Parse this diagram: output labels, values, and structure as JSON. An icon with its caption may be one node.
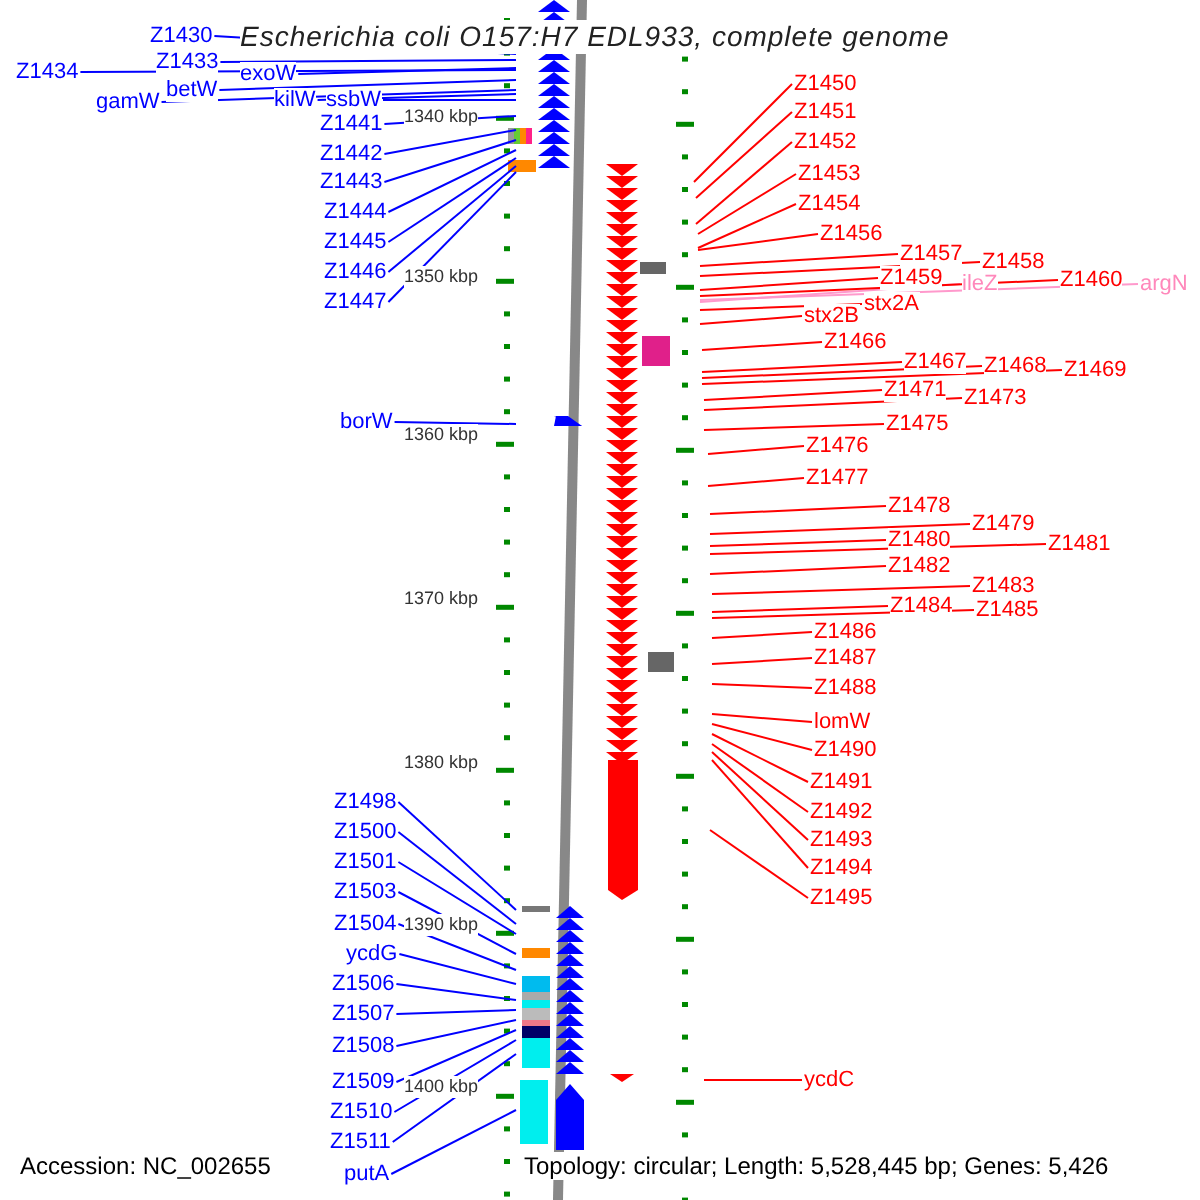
{
  "diagram": {
    "title": "Escherichia coli O157:H7 EDL933, complete genome",
    "nodes": [
      {
        "text": [
          "Z1430"
        ]
      },
      {
        "text": [
          "Z1433"
        ]
      },
      {
        "text": [
          "Z1434"
        ]
      },
      {
        "text": [
          "exoW"
        ]
      },
      {
        "text": [
          "betW"
        ]
      },
      {
        "text": [
          "kilW"
        ]
      },
      {
        "text": [
          "ssbW"
        ]
      },
      {
        "text": [
          "gamW"
        ]
      },
      {
        "text": [
          "Z1441"
        ]
      },
      {
        "text": [
          "Z1442"
        ]
      },
      {
        "text": [
          "Z1443"
        ]
      },
      {
        "text": [
          "Z1444"
        ]
      },
      {
        "text": [
          "Z1445"
        ]
      },
      {
        "text": [
          "Z1446"
        ]
      },
      {
        "text": [
          "Z1447"
        ]
      },
      {
        "text": [
          "borW"
        ]
      },
      {
        "text": [
          "Z1498"
        ]
      },
      {
        "text": [
          "Z1500"
        ]
      },
      {
        "text": [
          "Z1501"
        ]
      },
      {
        "text": [
          "Z1503"
        ]
      },
      {
        "text": [
          "Z1504"
        ]
      },
      {
        "text": [
          "ycdG"
        ]
      },
      {
        "text": [
          "Z1506"
        ]
      },
      {
        "text": [
          "Z1507"
        ]
      },
      {
        "text": [
          "Z1508"
        ]
      },
      {
        "text": [
          "Z1509"
        ]
      },
      {
        "text": [
          "Z1510"
        ]
      },
      {
        "text": [
          "Z1511"
        ]
      },
      {
        "text": [
          "putA"
        ]
      },
      {
        "text": [
          "Z1450"
        ]
      },
      {
        "text": [
          "Z1451"
        ]
      },
      {
        "text": [
          "Z1452"
        ]
      },
      {
        "text": [
          "Z1453"
        ]
      },
      {
        "text": [
          "Z1454"
        ]
      },
      {
        "text": [
          "Z1456"
        ]
      },
      {
        "text": [
          "Z1457"
        ]
      },
      {
        "text": [
          "Z1458"
        ]
      },
      {
        "text": [
          "Z1459"
        ]
      },
      {
        "text": [
          "ileZ"
        ]
      },
      {
        "text": [
          "Z1460"
        ]
      },
      {
        "text": [
          "argN"
        ]
      },
      {
        "text": [
          "stx2A"
        ]
      },
      {
        "text": [
          "stx2B"
        ]
      },
      {
        "text": [
          "Z1466"
        ]
      },
      {
        "text": [
          "Z1467"
        ]
      },
      {
        "text": [
          "Z1468"
        ]
      },
      {
        "text": [
          "Z1469"
        ]
      },
      {
        "text": [
          "Z1471"
        ]
      },
      {
        "text": [
          "Z1473"
        ]
      },
      {
        "text": [
          "Z1475"
        ]
      },
      {
        "text": [
          "Z1476"
        ]
      },
      {
        "text": [
          "Z1477"
        ]
      },
      {
        "text": [
          "Z1478"
        ]
      },
      {
        "text": [
          "Z1479"
        ]
      },
      {
        "text": [
          "Z1480"
        ]
      },
      {
        "text": [
          "Z1481"
        ]
      },
      {
        "text": [
          "Z1482"
        ]
      },
      {
        "text": [
          "Z1483"
        ]
      },
      {
        "text": [
          "Z1484"
        ]
      },
      {
        "text": [
          "Z1485"
        ]
      },
      {
        "text": [
          "Z1486"
        ]
      },
      {
        "text": [
          "Z1487"
        ]
      },
      {
        "text": [
          "Z1488"
        ]
      },
      {
        "text": [
          "lomW"
        ]
      },
      {
        "text": [
          "Z1490"
        ]
      },
      {
        "text": [
          "Z1491"
        ]
      },
      {
        "text": [
          "Z1492"
        ]
      },
      {
        "text": [
          "Z1493"
        ]
      },
      {
        "text": [
          "Z1494"
        ]
      },
      {
        "text": [
          "Z1495"
        ]
      },
      {
        "text": [
          "ycdC"
        ]
      }
    ],
    "edges": [
      {
        "from": 0,
        "to": null,
        "arrow": "none",
        "color": "#0000ff"
      },
      {
        "from": 1,
        "to": null,
        "arrow": "none",
        "color": "#0000ff"
      },
      {
        "from": 2,
        "to": null,
        "arrow": "none",
        "color": "#0000ff"
      },
      {
        "from": 3,
        "to": null,
        "arrow": "none",
        "color": "#0000ff"
      },
      {
        "from": 4,
        "to": null,
        "arrow": "none",
        "color": "#0000ff"
      },
      {
        "from": 5,
        "to": null,
        "arrow": "none",
        "color": "#0000ff"
      },
      {
        "from": 6,
        "to": null,
        "arrow": "none",
        "color": "#0000ff"
      },
      {
        "from": 7,
        "to": null,
        "arrow": "none",
        "color": "#0000ff"
      },
      {
        "from": 8,
        "to": null,
        "arrow": "none",
        "color": "#0000ff"
      },
      {
        "from": 9,
        "to": null,
        "arrow": "none",
        "color": "#0000ff"
      },
      {
        "from": 10,
        "to": null,
        "arrow": "none",
        "color": "#0000ff"
      },
      {
        "from": 11,
        "to": null,
        "arrow": "none",
        "color": "#0000ff"
      },
      {
        "from": 12,
        "to": null,
        "arrow": "none",
        "color": "#0000ff"
      },
      {
        "from": 13,
        "to": null,
        "arrow": "none",
        "color": "#0000ff"
      },
      {
        "from": 14,
        "to": null,
        "arrow": "none",
        "color": "#0000ff"
      },
      {
        "from": 15,
        "to": null,
        "arrow": "none",
        "color": "#0000ff"
      },
      {
        "from": 16,
        "to": null,
        "arrow": "none",
        "color": "#0000ff"
      },
      {
        "from": 17,
        "to": null,
        "arrow": "none",
        "color": "#0000ff"
      },
      {
        "from": 18,
        "to": null,
        "arrow": "none",
        "color": "#0000ff"
      },
      {
        "from": 19,
        "to": null,
        "arrow": "none",
        "color": "#0000ff"
      },
      {
        "from": 20,
        "to": null,
        "arrow": "none",
        "color": "#0000ff"
      },
      {
        "from": 21,
        "to": null,
        "arrow": "none",
        "color": "#0000ff"
      },
      {
        "from": 22,
        "to": null,
        "arrow": "none",
        "color": "#0000ff"
      },
      {
        "from": 23,
        "to": null,
        "arrow": "none",
        "color": "#0000ff"
      },
      {
        "from": 24,
        "to": null,
        "arrow": "none",
        "color": "#0000ff"
      },
      {
        "from": 25,
        "to": null,
        "arrow": "none",
        "color": "#0000ff"
      },
      {
        "from": 26,
        "to": null,
        "arrow": "none",
        "color": "#0000ff"
      },
      {
        "from": 27,
        "to": null,
        "arrow": "none",
        "color": "#0000ff"
      },
      {
        "from": 28,
        "to": null,
        "arrow": "none",
        "color": "#0000ff"
      },
      {
        "from": 29,
        "to": null,
        "arrow": "none"
      },
      {
        "from": 30,
        "to": null,
        "arrow": "none"
      },
      {
        "from": 31,
        "to": null,
        "arrow": "none"
      },
      {
        "from": 32,
        "to": null,
        "arrow": "none"
      },
      {
        "from": 33,
        "to": null,
        "arrow": "none"
      },
      {
        "from": 34,
        "to": null,
        "arrow": "none"
      },
      {
        "from": 35,
        "to": null,
        "arrow": "none"
      },
      {
        "from": 36,
        "to": null,
        "arrow": "none"
      },
      {
        "from": 37,
        "to": null,
        "arrow": "none"
      },
      {
        "from": 38,
        "to": null,
        "arrow": "none",
        "color": "#ff99cc"
      },
      {
        "from": 39,
        "to": null,
        "arrow": "none"
      },
      {
        "from": 40,
        "to": null,
        "arrow": "none",
        "color": "#ff99cc"
      },
      {
        "from": 41,
        "to": null,
        "arrow": "none"
      },
      {
        "from": 42,
        "to": null,
        "arrow": "none"
      },
      {
        "from": 43,
        "to": null,
        "arrow": "none"
      },
      {
        "from": 44,
        "to": null,
        "arrow": "none"
      },
      {
        "from": 45,
        "to": null,
        "arrow": "none"
      },
      {
        "from": 46,
        "to": null,
        "arrow": "none"
      },
      {
        "from": 47,
        "to": null,
        "arrow": "none"
      },
      {
        "from": 48,
        "to": null,
        "arrow": "none"
      },
      {
        "from": 49,
        "to": null,
        "arrow": "none"
      },
      {
        "from": 50,
        "to": null,
        "arrow": "none"
      },
      {
        "from": 51,
        "to": null,
        "arrow": "none"
      },
      {
        "from": 52,
        "to": null,
        "arrow": "none"
      },
      {
        "from": 53,
        "to": null,
        "arrow": "none"
      },
      {
        "from": 54,
        "to": null,
        "arrow": "none"
      },
      {
        "from": 55,
        "to": null,
        "arrow": "none"
      },
      {
        "from": 56,
        "to": null,
        "arrow": "none"
      },
      {
        "from": 57,
        "to": null,
        "arrow": "none"
      },
      {
        "from": 58,
        "to": null,
        "arrow": "none"
      },
      {
        "from": 59,
        "to": null,
        "arrow": "none"
      },
      {
        "from": 60,
        "to": null,
        "arrow": "none"
      },
      {
        "from": 61,
        "to": null,
        "arrow": "none"
      },
      {
        "from": 62,
        "to": null,
        "arrow": "none"
      },
      {
        "from": 63,
        "to": null,
        "arrow": "none"
      },
      {
        "from": 64,
        "to": null,
        "arrow": "none"
      },
      {
        "from": 65,
        "to": null,
        "arrow": "none"
      },
      {
        "from": 66,
        "to": null,
        "arrow": "none"
      },
      {
        "from": 67,
        "to": null,
        "arrow": "none"
      },
      {
        "from": 68,
        "to": null,
        "arrow": "none"
      },
      {
        "from": 69,
        "to": null,
        "arrow": "none"
      },
      {
        "from": 70,
        "to": null,
        "arrow": "none"
      }
    ],
    "labels": [
      "1340 kbp",
      "1350 kbp",
      "1360 kbp",
      "1370 kbp",
      "1380 kbp",
      "1390 kbp",
      "1400 kbp",
      "Accession: NC_002655",
      "Topology: circular; Length: 5,528,445 bp; Genes: 5,426"
    ]
  }
}
